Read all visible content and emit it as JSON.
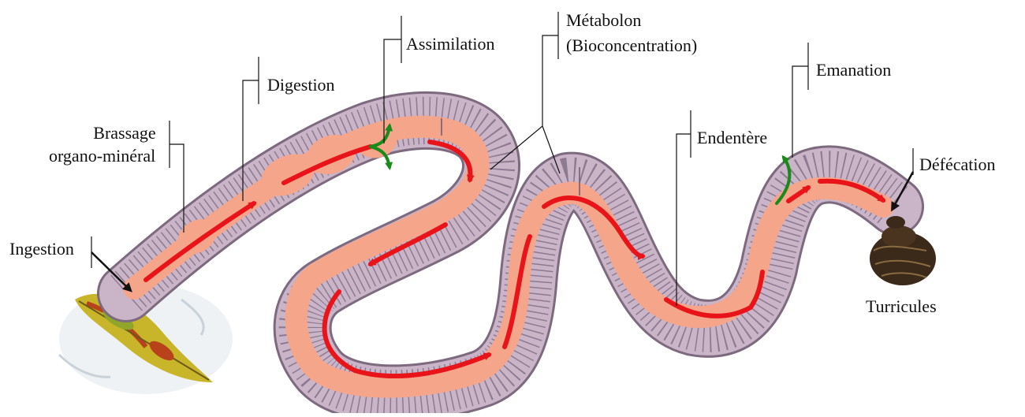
{
  "labels": {
    "ingestion": "Ingestion",
    "brassage_line1": "Brassage",
    "brassage_line2": "organo-minéral",
    "digestion": "Digestion",
    "assimilation": "Assimilation",
    "metabolon_line1": "Métabolon",
    "metabolon_line2": "(Bioconcentration)",
    "endentere": "Endentère",
    "emanation": "Emanation",
    "defecation": "Défécation",
    "turricules": "Turricules"
  },
  "colors": {
    "worm_body": "#c9b4c8",
    "worm_rings": "#7d6a7f",
    "gut": "#f5a58a",
    "flow_arrow": "#e8141a",
    "exchange_arrow": "#1a8a1a",
    "leaf_yellow": "#c9b52a",
    "leaf_red": "#b8421a",
    "casts": "#3b2a1a"
  },
  "icons": {
    "leaf": "leaf-litter-icon",
    "casts": "turricules-casts-icon"
  }
}
